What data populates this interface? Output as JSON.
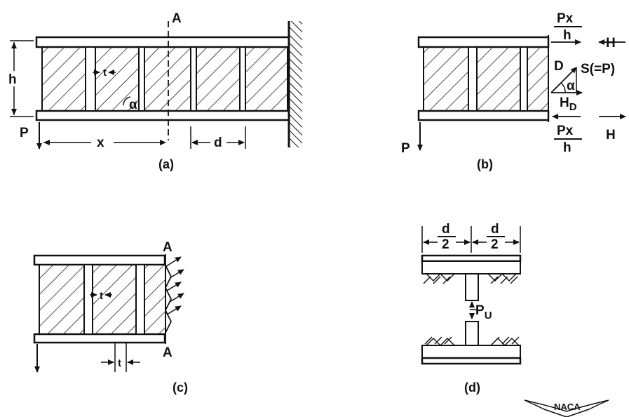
{
  "figure": {
    "panel_a": {
      "caption": "(a)",
      "labels": {
        "section": "A",
        "height": "h",
        "load": "P",
        "distance": "x",
        "spacing": "d",
        "web_thickness": "t",
        "angle": "α"
      }
    },
    "panel_b": {
      "caption": "(b)",
      "labels": {
        "flange_force_num": "Px",
        "flange_force_den": "h",
        "horizontal": "H",
        "diagonal": "D",
        "angle": "α",
        "shear": "S(=P)",
        "horiz_component": "H",
        "horiz_sub": "D",
        "load": "P"
      }
    },
    "panel_c": {
      "caption": "(c)",
      "labels": {
        "section_top": "A",
        "section_bottom": "A",
        "web_thickness": "t",
        "flange_thickness": "t"
      }
    },
    "panel_d": {
      "caption": "(d)",
      "labels": {
        "half_num": "d",
        "half_den": "2",
        "force": "P",
        "force_sub": "U"
      }
    },
    "logo": {
      "text": "NACA"
    }
  }
}
